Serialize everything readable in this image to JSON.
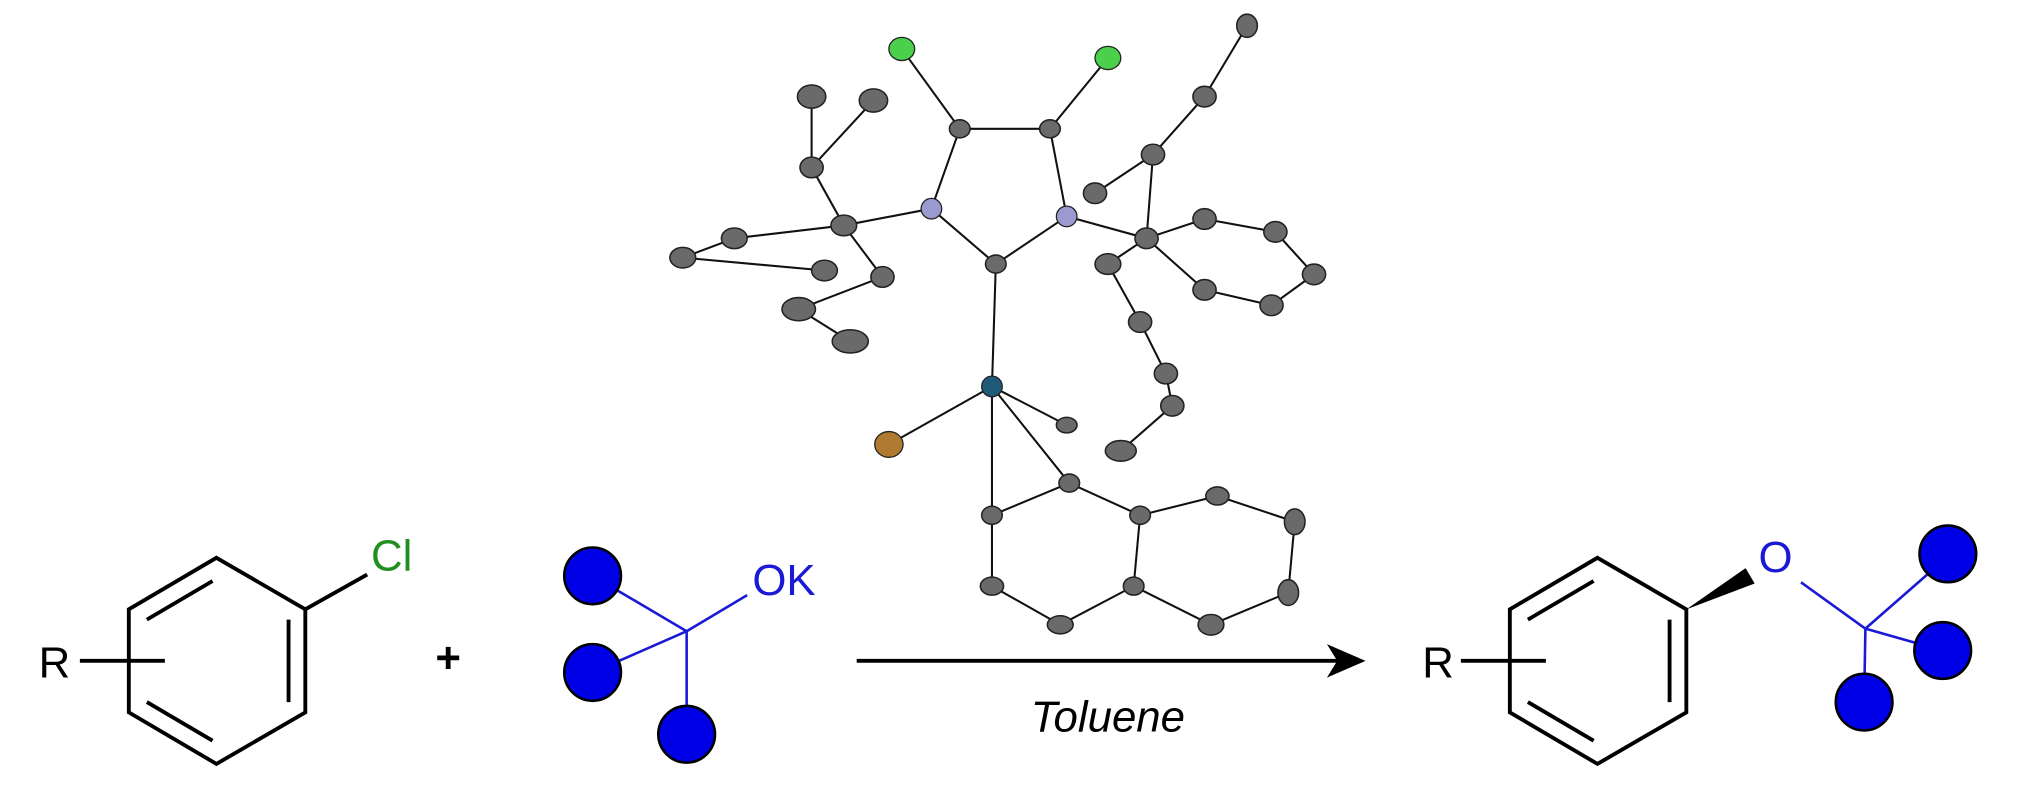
{
  "reactant1": {
    "substituent": "R",
    "halogen": "Cl",
    "halogen_color": "#1f8f1f"
  },
  "plus": "+",
  "reactant2": {
    "group": "OK",
    "color": "#1a1ad6"
  },
  "conditions": {
    "solvent": "Toluene"
  },
  "product": {
    "substituent": "R",
    "oxygen": "O"
  },
  "catalyst": {
    "atom_colors": {
      "carbon": "#6a6a6a",
      "nitrogen": "#9a9ad0",
      "chlorine": "#4ad04a",
      "metal": "#1f5a78",
      "bromine": "#b07a30"
    }
  }
}
